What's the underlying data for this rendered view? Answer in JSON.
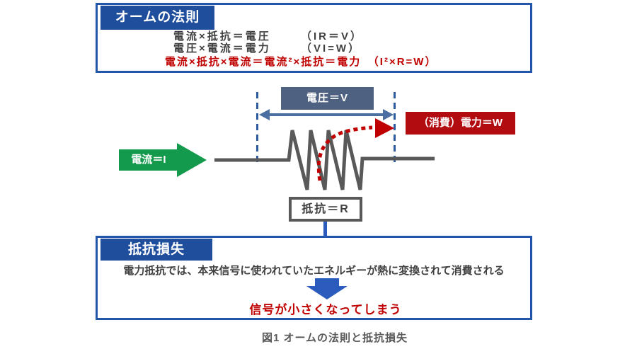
{
  "ohm_box": {
    "title": "オームの法則",
    "rows": [
      {
        "left": "電流×抵抗＝電圧",
        "right": "（IR＝V）"
      },
      {
        "left": "電圧×電流＝電力",
        "right": "（VI=W）"
      }
    ],
    "highlight_row": "電流×抵抗×電流＝電流²×抵抗＝電力　（I²×R=W）"
  },
  "diagram": {
    "current_label": "電流＝I",
    "voltage_label": "電圧＝V",
    "power_label": "（消費）電力＝W",
    "resistance_label": "抵抗＝R"
  },
  "loss_box": {
    "title": "抵抗損失",
    "body": "電力抵抗では、本来信号に使われていたエネルギーが熱に変換されて消費される",
    "conclusion": "信号が小さくなってしまう"
  },
  "caption": "図1 オームの法則と抵抗損失",
  "colors": {
    "box_border_blue": "#2256A8",
    "tab_blue": "#1E4E9C",
    "voltage_slate": "#4E6180",
    "voltage_arrow_blue": "#4A6FA0",
    "dashed_blue": "#2E5B9E",
    "current_green": "#149A4D",
    "power_red": "#B20B10",
    "accent_red": "#C00000",
    "wire_gray": "#595959",
    "royal_blue_arrow": "#2B5CBD",
    "text_dark": "#3F3F3F"
  }
}
